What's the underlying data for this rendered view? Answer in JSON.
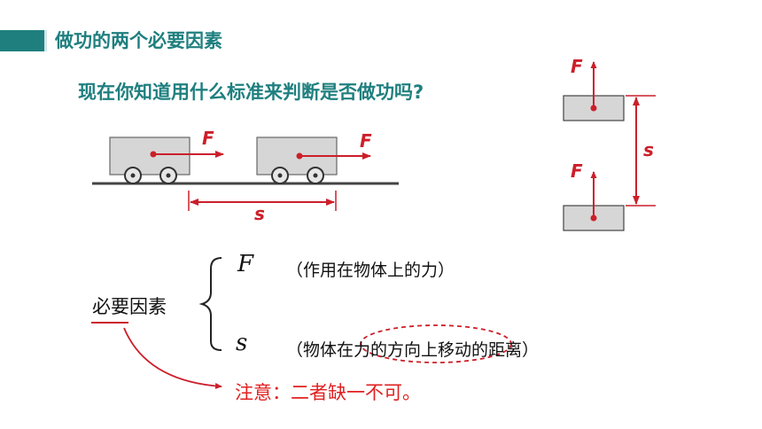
{
  "title": "做功的两个必要因素",
  "question": "现在你知道用什么标准来判断是否做功吗?",
  "diagram_labels": {
    "force_label": "F",
    "distance_label": "s"
  },
  "factors": {
    "label": "必要因素",
    "force_symbol": "F",
    "force_desc": "（作用在物体上的力）",
    "distance_symbol": "s",
    "distance_desc": "（物体在力的方向上移动的距离）"
  },
  "note": "注意：二者缺一不可。",
  "colors": {
    "accent": "#1f7f7f",
    "red": "#cc1f2a",
    "block_fill": "#d6d6d6"
  }
}
